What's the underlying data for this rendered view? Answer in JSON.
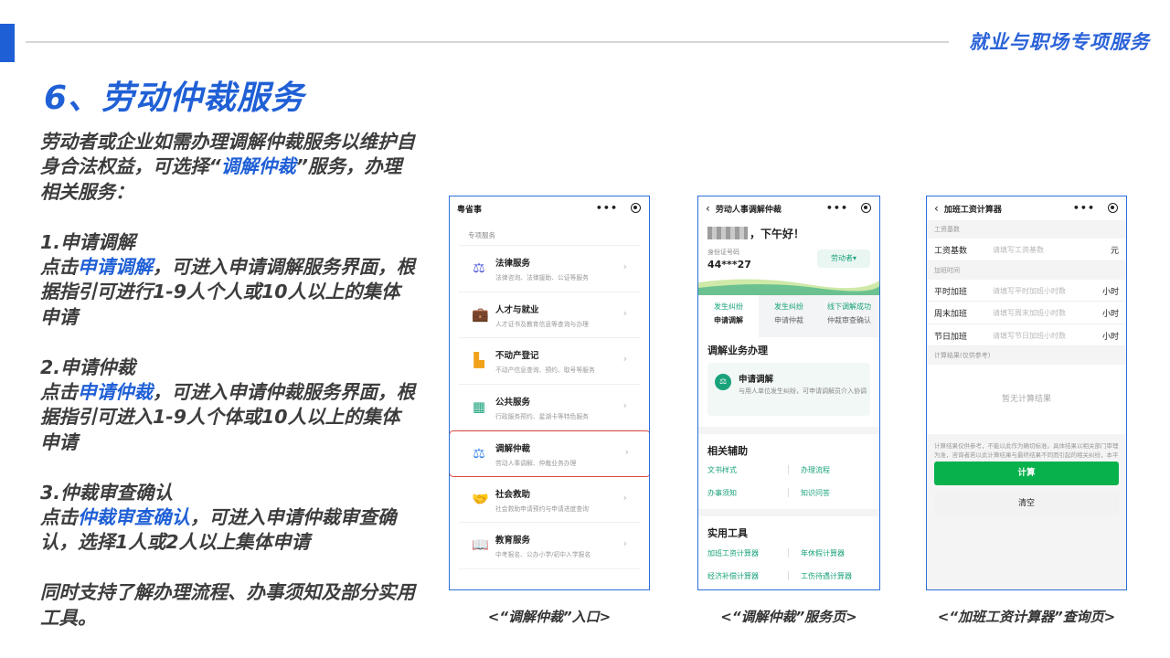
{
  "header": {
    "section_title": "就业与职场专项服务",
    "page_title": "6、劳动仲裁服务"
  },
  "description": {
    "intro_part1": "劳动者或企业如需办理调解仲裁服务以维护自身合法权益，可选择“",
    "intro_highlight": "调解仲裁",
    "intro_part2": "”服务，办理相关服务：",
    "item1_title": "1.申请调解",
    "item1_prefix": "点击",
    "item1_highlight": "申请调解",
    "item1_text": "，可进入申请调解服务界面，根据指引可进行1-9人个人或10人以上的集体申请",
    "item2_title": "2.申请仲裁",
    "item2_prefix": "点击",
    "item2_highlight": "申请仲裁",
    "item2_text": "，可进入申请仲裁服务界面，根据指引可进入1-9人个体或10人以上的集体申请",
    "item3_title": "3.仲裁审查确认",
    "item3_prefix": "点击",
    "item3_highlight": "仲裁审查确认",
    "item3_text": "，可进入申请仲裁审查确认，选择1人或2人以上集体申请",
    "closing": "同时支持了解办理流程、办事须知及部分实用工具。"
  },
  "phone1": {
    "app_title": "粤省事",
    "section_label": "专项服务",
    "services": [
      {
        "name": "法律服务",
        "sub": "法律咨询、法律援助、公证等服务",
        "icon": "gavel-icon",
        "glyph": "⚖",
        "color": "#4a56d6"
      },
      {
        "name": "人才与就业",
        "sub": "人才证书及教育信息等查询与办理",
        "icon": "briefcase-icon",
        "glyph": "💼",
        "color": "#2f7fe0"
      },
      {
        "name": "不动产登记",
        "sub": "不动产信息查询、预约、取号等服务",
        "icon": "house-icon",
        "glyph": "▙",
        "color": "#f0a21a"
      },
      {
        "name": "公共服务",
        "sub": "行政服务预约、星湖卡等特色服务",
        "icon": "grid-icon",
        "glyph": "▦",
        "color": "#1aa27b"
      },
      {
        "name": "调解仲裁",
        "sub": "劳动人事调解、仲裁业务办理",
        "icon": "scale-icon",
        "glyph": "⚖",
        "color": "#2f7fe0"
      },
      {
        "name": "社会救助",
        "sub": "社会救助申请预约与申请进度查询",
        "icon": "handshake-icon",
        "glyph": "🤝",
        "color": "#e04a3a"
      },
      {
        "name": "教育服务",
        "sub": "中考报名、公办小学/初中入学报名",
        "icon": "book-icon",
        "glyph": "📖",
        "color": "#1aa27b"
      }
    ],
    "caption": "<“调解仲裁”入口>"
  },
  "phone2": {
    "app_title": "劳动人事调解仲裁",
    "greeting": "，下午好！",
    "id_label": "身份证号码",
    "id_value": "44***27",
    "role": "劳动者▾",
    "tabs": [
      {
        "top": "发生纠纷",
        "bottom": "申请调解"
      },
      {
        "top": "发生纠纷",
        "bottom": "申请仲裁"
      },
      {
        "top": "线下调解成功",
        "bottom": "仲裁审查确认"
      }
    ],
    "business_title": "调解业务办理",
    "card_title": "申请调解",
    "card_sub": "与用人单位发生纠纷，可申请调解员介入协调",
    "card_icon": "⚖",
    "assist_title": "相关辅助",
    "assist_links": [
      "文书样式",
      "办理流程",
      "办事须知",
      "知识问答"
    ],
    "tools_title": "实用工具",
    "tool_links": [
      "加班工资计算器",
      "年休假计算器",
      "经济补偿计算器",
      "工伤待遇计算器"
    ],
    "caption": "<“调解仲裁”服务页>"
  },
  "phone3": {
    "app_title": "加班工资计算器",
    "sec_salary": "工资基数",
    "salary_label": "工资基数",
    "salary_placeholder": "请填写工资基数",
    "salary_unit": "元",
    "sec_overtime": "加班时间",
    "rows": [
      {
        "label": "平时加班",
        "placeholder": "请填写平时加班小时数",
        "unit": "小时"
      },
      {
        "label": "周末加班",
        "placeholder": "请填写周末加班小时数",
        "unit": "小时"
      },
      {
        "label": "节日加班",
        "placeholder": "请填写节日加班小时数",
        "unit": "小时"
      }
    ],
    "sec_result": "计算结果(仅供参考)",
    "result_empty": "暂无计算结果",
    "note": "计算结果仅供参考，不能以此作为确切标准。具体结果以相关部门审理为准，咨询者若以此计算结果与最终结果不同而引起的相关纠纷，本平台不承担任何法律责任。",
    "calc_label": "计算",
    "clear_label": "清空",
    "caption": "<“加班工资计算器”查询页>"
  }
}
